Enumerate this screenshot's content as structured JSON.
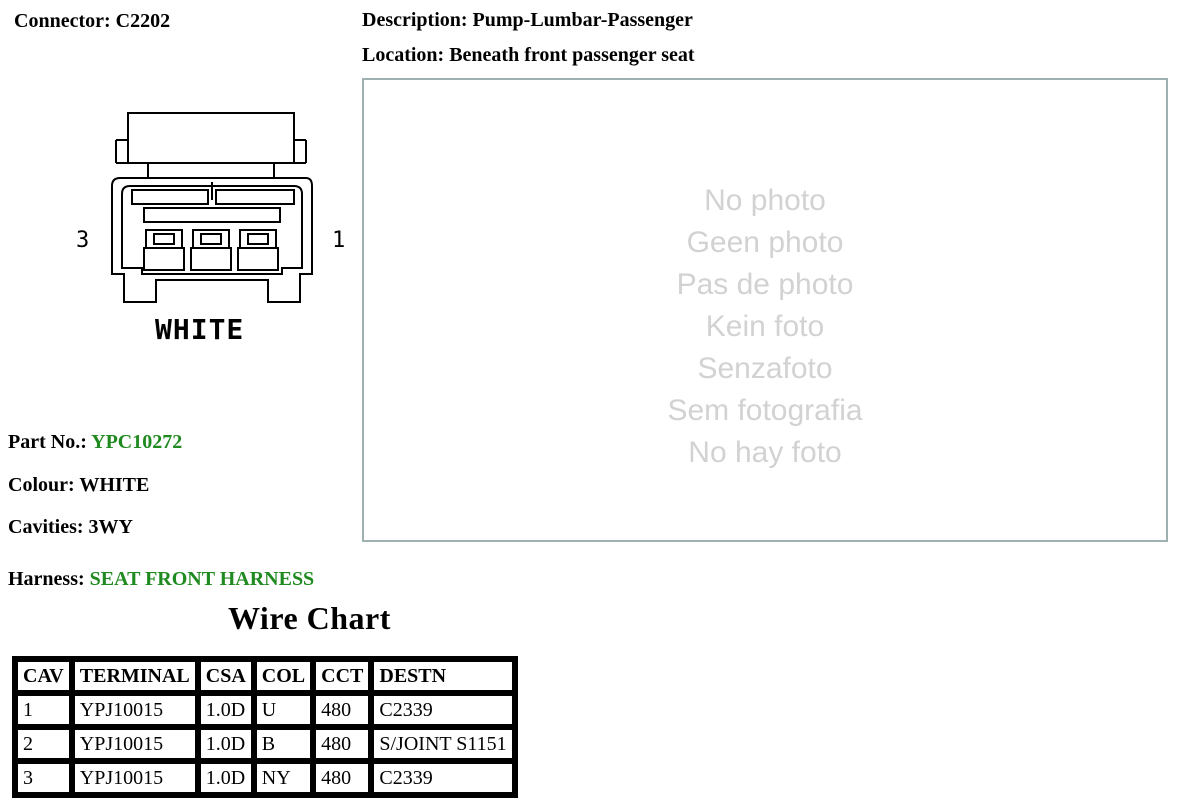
{
  "header": {
    "connector_label": "Connector:",
    "connector_value": "C2202",
    "description_label": "Description:",
    "description_value": "Pump-Lumbar-Passenger",
    "location_label": "Location:",
    "location_value": "Beneath front passenger seat"
  },
  "diagram": {
    "left_cavity": "3",
    "right_cavity": "1",
    "colour_text": "WHITE"
  },
  "photo": {
    "lines": [
      "No photo",
      "Geen photo",
      "Pas de photo",
      "Kein foto",
      "Senzafoto",
      "Sem fotografia",
      "No hay foto"
    ]
  },
  "details": {
    "part_label": "Part No.:",
    "part_value": "YPC10272",
    "colour_label": "Colour:",
    "colour_value": "WHITE",
    "cavities_label": "Cavities:",
    "cavities_value": "3WY",
    "harness_label": "Harness:",
    "harness_value": "SEAT FRONT HARNESS"
  },
  "wire_chart": {
    "title": "Wire Chart",
    "headers": [
      "CAV",
      "TERMINAL",
      "CSA",
      "COL",
      "CCT",
      "DESTN"
    ],
    "rows": [
      [
        "1",
        "YPJ10015",
        "1.0D",
        "U",
        "480",
        "C2339"
      ],
      [
        "2",
        "YPJ10015",
        "1.0D",
        "B",
        "480",
        "S/JOINT S1151"
      ],
      [
        "3",
        "YPJ10015",
        "1.0D",
        "NY",
        "480",
        "C2339"
      ]
    ]
  },
  "colors": {
    "link_green": "#1f8a1f",
    "photo_border": "#9fb0b0",
    "photo_text": "#d2d2d2"
  }
}
